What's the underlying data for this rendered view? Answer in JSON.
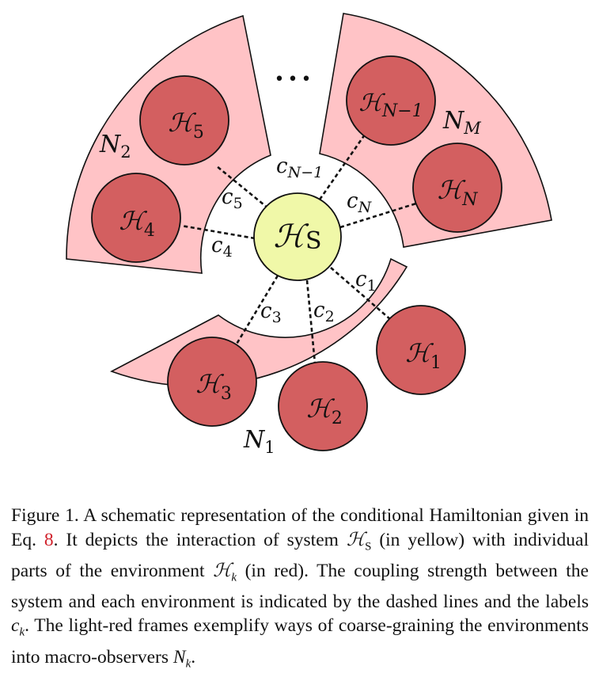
{
  "colors": {
    "frame": "#ffc3c6",
    "environment": "#d35f60",
    "system": "#f0f8a8",
    "ink": "#111111",
    "reference": "#d0202a"
  },
  "diagram": {
    "dots": "•••",
    "system": {
      "label": "ℋ",
      "sub": "S"
    },
    "environments": [
      {
        "id": "h1",
        "label": "ℋ",
        "sub": "1"
      },
      {
        "id": "h2",
        "label": "ℋ",
        "sub": "2"
      },
      {
        "id": "h3",
        "label": "ℋ",
        "sub": "3"
      },
      {
        "id": "h4",
        "label": "ℋ",
        "sub": "4"
      },
      {
        "id": "h5",
        "label": "ℋ",
        "sub": "5"
      },
      {
        "id": "hn1",
        "label": "ℋ",
        "sub": "N−1"
      },
      {
        "id": "hn",
        "label": "ℋ",
        "sub": "N"
      }
    ],
    "couplings": [
      {
        "id": "c1",
        "label": "c",
        "sub": "1"
      },
      {
        "id": "c2",
        "label": "c",
        "sub": "2"
      },
      {
        "id": "c3",
        "label": "c",
        "sub": "3"
      },
      {
        "id": "c4",
        "label": "c",
        "sub": "4"
      },
      {
        "id": "c5",
        "label": "c",
        "sub": "5"
      },
      {
        "id": "cn1",
        "label": "c",
        "sub": "N−1"
      },
      {
        "id": "cn",
        "label": "c",
        "sub": "N"
      }
    ],
    "macro_observers": [
      {
        "id": "n1",
        "label": "N",
        "sub": "1"
      },
      {
        "id": "n2",
        "label": "N",
        "sub": "2"
      },
      {
        "id": "nm",
        "label": "N",
        "sub": "M"
      }
    ]
  },
  "caption": {
    "p1": "Figure 1.   A schematic representation of the conditional Hamiltonian given in Eq. ",
    "ref": "8",
    "p2": ".   It depicts the interaction of system ",
    "hs_symbol": "ℋ",
    "hs_sub": "S",
    "p3": " (in yellow) with individual parts of the environment ",
    "hk_symbol": "ℋ",
    "hk_sub": "k",
    "p4": " (in red). The coupling strength between the system and each environment is indicated by the dashed lines and the labels ",
    "ck_symbol": "c",
    "ck_sub": "k",
    "p5": ". The light-red frames exemplify ways of coarse-graining the environments into macro-observers ",
    "nk_symbol": "N",
    "nk_sub": "k",
    "p6": "."
  }
}
